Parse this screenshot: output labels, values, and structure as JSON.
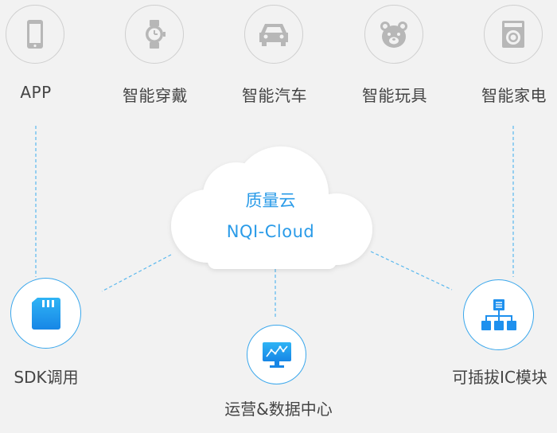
{
  "cloud": {
    "title": "质量云",
    "subtitle": "NQI-Cloud"
  },
  "top_devices": [
    {
      "label": "APP",
      "icon": "phone-icon"
    },
    {
      "label": "智能穿戴",
      "icon": "watch-icon"
    },
    {
      "label": "智能汽车",
      "icon": "car-icon"
    },
    {
      "label": "智能玩具",
      "icon": "bear-icon"
    },
    {
      "label": "智能家电",
      "icon": "washing-machine-icon"
    }
  ],
  "services": [
    {
      "label": "SDK调用",
      "icon": "sd-card-icon"
    },
    {
      "label": "运营&数据中心",
      "icon": "monitor-chart-icon"
    },
    {
      "label": "可插拔IC模块",
      "icon": "network-module-icon"
    }
  ],
  "colors": {
    "accent": "#1e9cf0",
    "cloud_text": "#2a9be8",
    "dashed_line": "#5ab8ee",
    "icon_gray": "#b7b7b7"
  }
}
